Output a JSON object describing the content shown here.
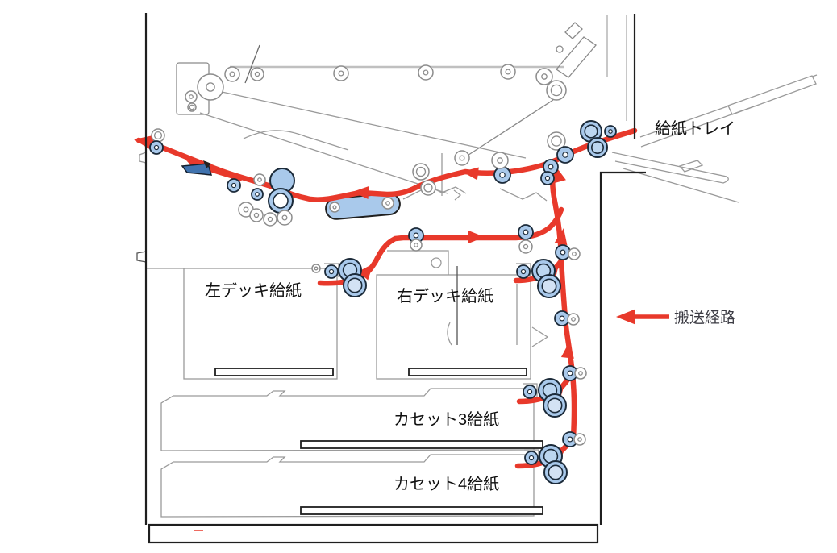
{
  "diagram": {
    "title": "printer paper transport path diagram",
    "labels": {
      "feed_tray": "給紙トレイ",
      "left_deck": "左デッキ給紙",
      "right_deck": "右デッキ給紙",
      "cassette3": "カセット3給紙",
      "cassette4": "カセット4給紙"
    },
    "legend": {
      "label": "搬送経路",
      "arrow_color": "#e8392b"
    },
    "colors": {
      "path_red": "#e8392b",
      "roller_blue": "#a9c9eb",
      "roller_ring": "#1c2b3a",
      "line_gray": "#9a9a9a",
      "frame_black": "#1f1f1f"
    }
  }
}
